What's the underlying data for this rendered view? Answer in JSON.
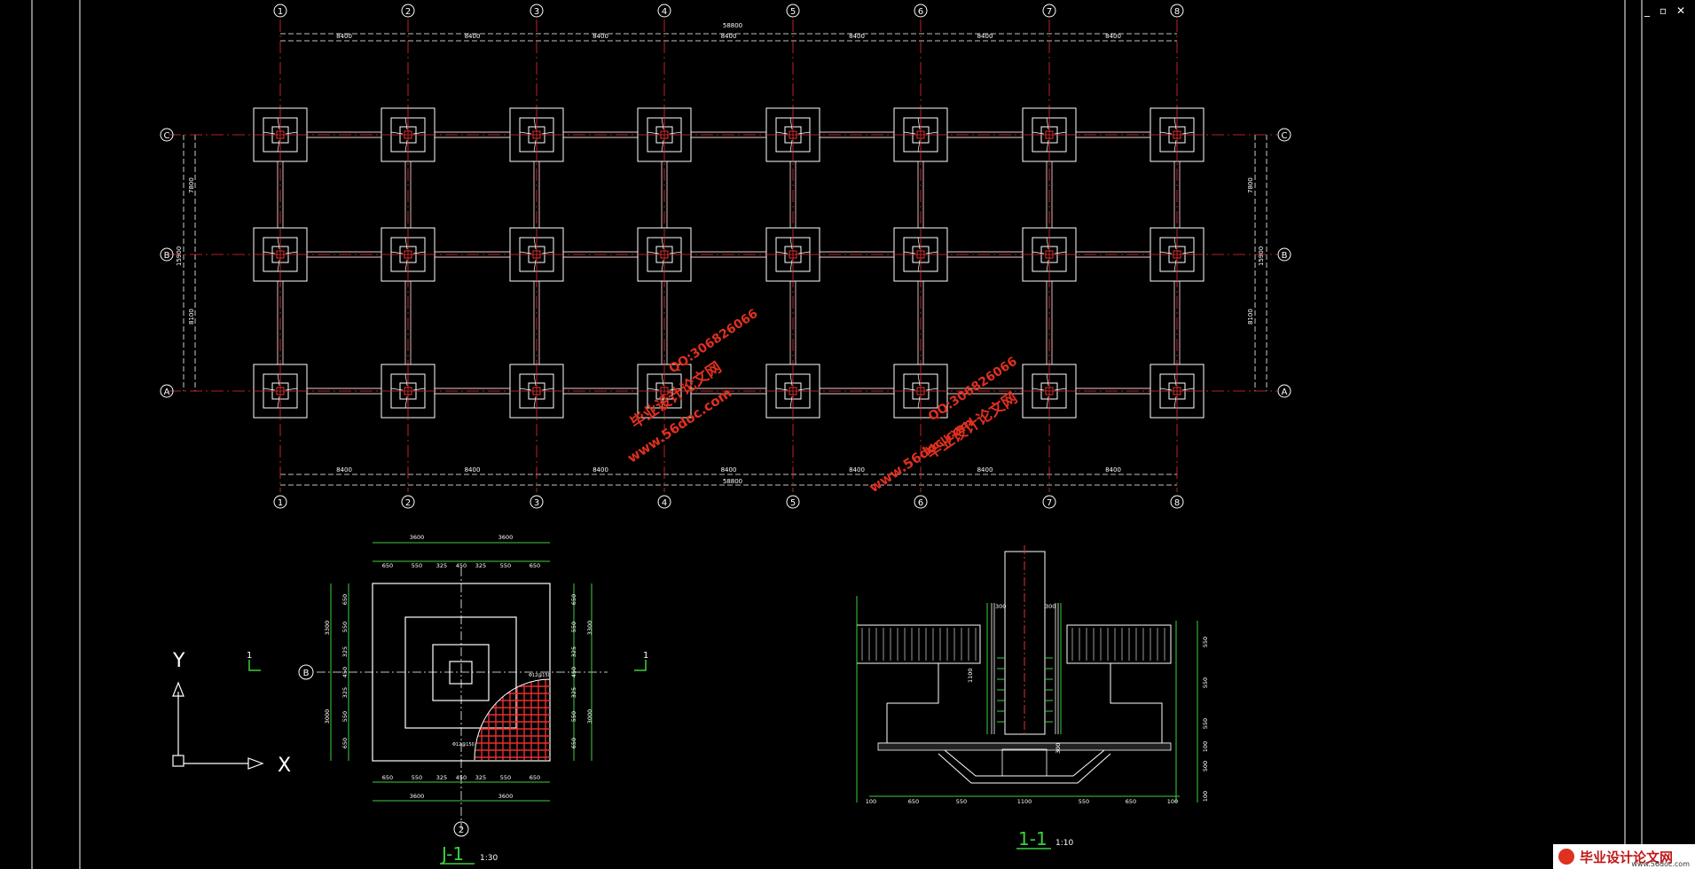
{
  "window": {
    "minimize": "_",
    "restore": "▫",
    "close": "✕"
  },
  "plan": {
    "axes_x": [
      "1",
      "2",
      "3",
      "4",
      "5",
      "6",
      "7",
      "8"
    ],
    "axes_y": [
      "C",
      "B",
      "A"
    ],
    "span_x_label": "8400",
    "total_x_label": "58800",
    "span_y_top": "7800",
    "span_y_bottom": "8100",
    "total_y_label": "15900"
  },
  "detail_j1": {
    "title": "J-1",
    "scale": "1:30",
    "top_dims_outer": [
      "3600",
      "3600"
    ],
    "top_dims_inner": [
      "650",
      "550",
      "325",
      "450",
      "325",
      "550",
      "650"
    ],
    "side_dims_outer": [
      "3300",
      "3000"
    ],
    "side_dims_inner": [
      "650",
      "550",
      "325",
      "450",
      "325",
      "550",
      "650"
    ],
    "axis_left": "B",
    "axis_bottom": "2",
    "section_mark": "1",
    "rebar_note_top": "Φ12@150",
    "rebar_note_bottom": "Φ12@150"
  },
  "section_11": {
    "title": "1-1",
    "scale": "1:10",
    "top_dims": [
      "300",
      "300"
    ],
    "bottom_dims": [
      "100",
      "650",
      "550",
      "1100",
      "550",
      "650",
      "100"
    ],
    "right_dims": [
      "550",
      "550",
      "550",
      "100",
      "500",
      "100"
    ],
    "height_label": "1100",
    "edge_label": "300"
  },
  "ucs": {
    "x": "X",
    "y": "Y"
  },
  "watermarks": {
    "site_a": "毕业设计论文网",
    "qq": "QQ:306826066",
    "url": "www.56doc.com"
  },
  "logo": {
    "text": "毕业设计论文网",
    "url": "www.56doc.com"
  }
}
